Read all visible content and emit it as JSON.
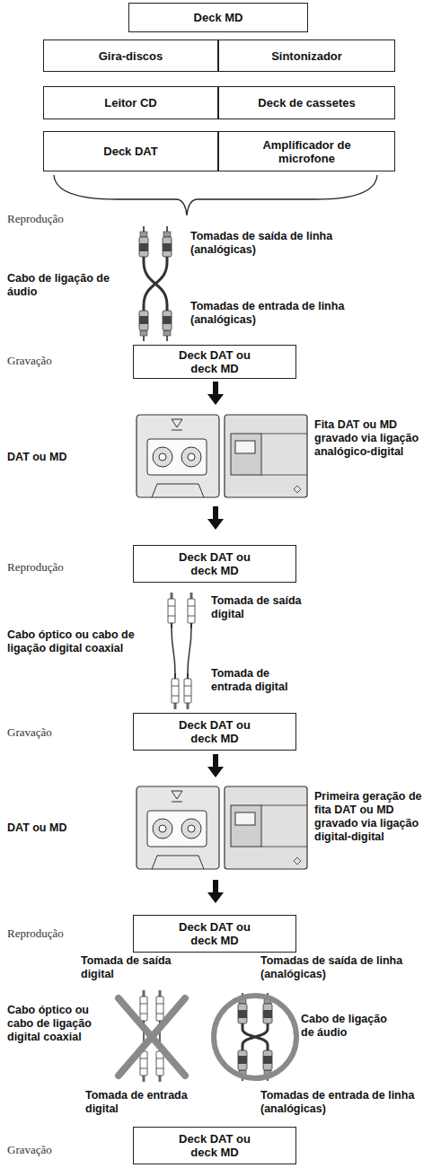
{
  "diagram": {
    "nodes": [
      {
        "text": [
          "Deck MD"
        ]
      },
      {
        "text": [
          "Gira-discos"
        ]
      },
      {
        "text": [
          "Sintonizador"
        ]
      },
      {
        "text": [
          "Leitor CD"
        ]
      },
      {
        "text": [
          "Deck de cassetes"
        ]
      },
      {
        "text": [
          "Deck DAT"
        ]
      },
      {
        "text": [
          "Amplificador de microfone"
        ]
      },
      {
        "text": [
          "Deck DAT ou deck MD"
        ]
      },
      {
        "text": [
          "Deck DAT ou deck MD"
        ]
      },
      {
        "text": [
          "Deck DAT ou deck MD"
        ]
      },
      {
        "text": [
          "Deck DAT ou deck MD"
        ]
      },
      {
        "text": [
          "Deck DAT ou deck MD"
        ]
      }
    ],
    "labels": [
      "Reprodução",
      "Tomadas de saída de linha (analógicas)",
      "Cabo de ligação de áudio",
      "Tomadas de entrada de linha (analógicas)",
      "Gravação",
      "DAT ou MD",
      "Fita DAT ou MD gravado via ligação analógico-digital",
      "Reprodução",
      "Tomada de saída digital",
      "Cabo óptico ou cabo de ligação digital coaxial",
      "Tomada de entrada digital",
      "Gravação",
      "DAT ou MD",
      "Primeira geração de fita DAT ou MD gravado via ligação digital-digital",
      "Reprodução",
      "Tomada de saída digital",
      "Tomadas de saída de linha (analógicas)",
      "Cabo óptico ou cabo de ligação digital coaxial",
      "Cabo de ligação de áudio",
      "Tomada de entrada digital",
      "Tomadas de entrada de linha (analógicas)",
      "Gravação"
    ]
  }
}
